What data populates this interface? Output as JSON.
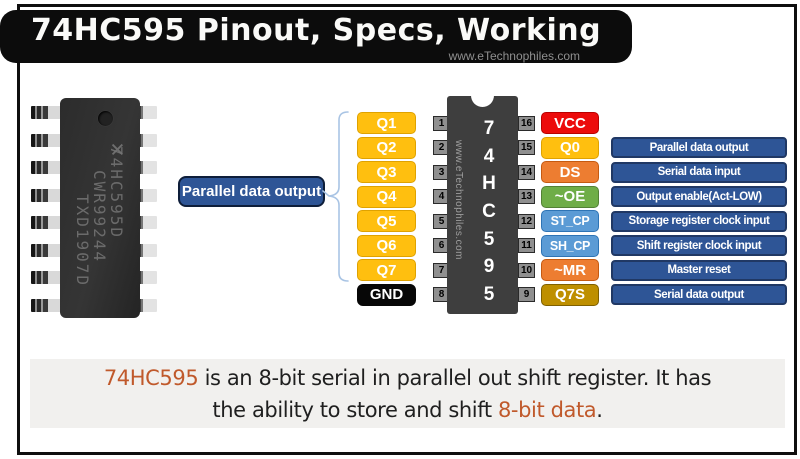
{
  "banner": {
    "title": "74HC595 Pinout, Specs, Working",
    "watermark": "www.eTechnophiles.com"
  },
  "chip_photo": {
    "marking_line1": "74HC595D",
    "marking_line2": "CWR99244",
    "marking_line3": "TXD1907D",
    "logo_glyph": "✕"
  },
  "group_label": {
    "text": "Parallel data output"
  },
  "left_labels": [
    "Q1",
    "Q2",
    "Q3",
    "Q4",
    "Q5",
    "Q6",
    "Q7",
    "GND"
  ],
  "ic": {
    "chars": [
      "7",
      "4",
      "H",
      "C",
      "5",
      "9",
      "5"
    ],
    "watermark": "www.eTechnophiles.com",
    "left_pin_numbers": [
      "1",
      "2",
      "3",
      "4",
      "5",
      "6",
      "7",
      "8"
    ],
    "right_pin_numbers": [
      "16",
      "15",
      "14",
      "13",
      "12",
      "11",
      "10",
      "9"
    ]
  },
  "right_pins": [
    {
      "name": "VCC",
      "desc": "",
      "color": "#EC0B0B"
    },
    {
      "name": "Q0",
      "desc": "Parallel data output",
      "color": "#FFBF0F"
    },
    {
      "name": "DS",
      "desc": "Serial data input",
      "color": "#ED7D31"
    },
    {
      "name": "~OE",
      "desc": "Output enable(Act-LOW)",
      "color": "#6FAD47"
    },
    {
      "name": "ST_CP",
      "desc": "Storage register clock input",
      "color": "#5B9BD5"
    },
    {
      "name": "SH_CP",
      "desc": "Shift register clock input",
      "color": "#5B9BD5"
    },
    {
      "name": "~MR",
      "desc": "Master reset",
      "color": "#ED7D31"
    },
    {
      "name": "Q7S",
      "desc": "Serial data output",
      "color": "#BE8F00"
    }
  ],
  "footer": {
    "accent1": "74HC595",
    "text1": " is an 8-bit serial in parallel out shift register. It has",
    "text2": "the ability to store and shift ",
    "accent2": "8-bit data",
    "period": ".",
    "accent_color": "#C0592B"
  },
  "colors": {
    "navy": "#2E5596",
    "navy_border": "#203864",
    "frame": "#0F0F0F",
    "gnd": "#070707"
  }
}
